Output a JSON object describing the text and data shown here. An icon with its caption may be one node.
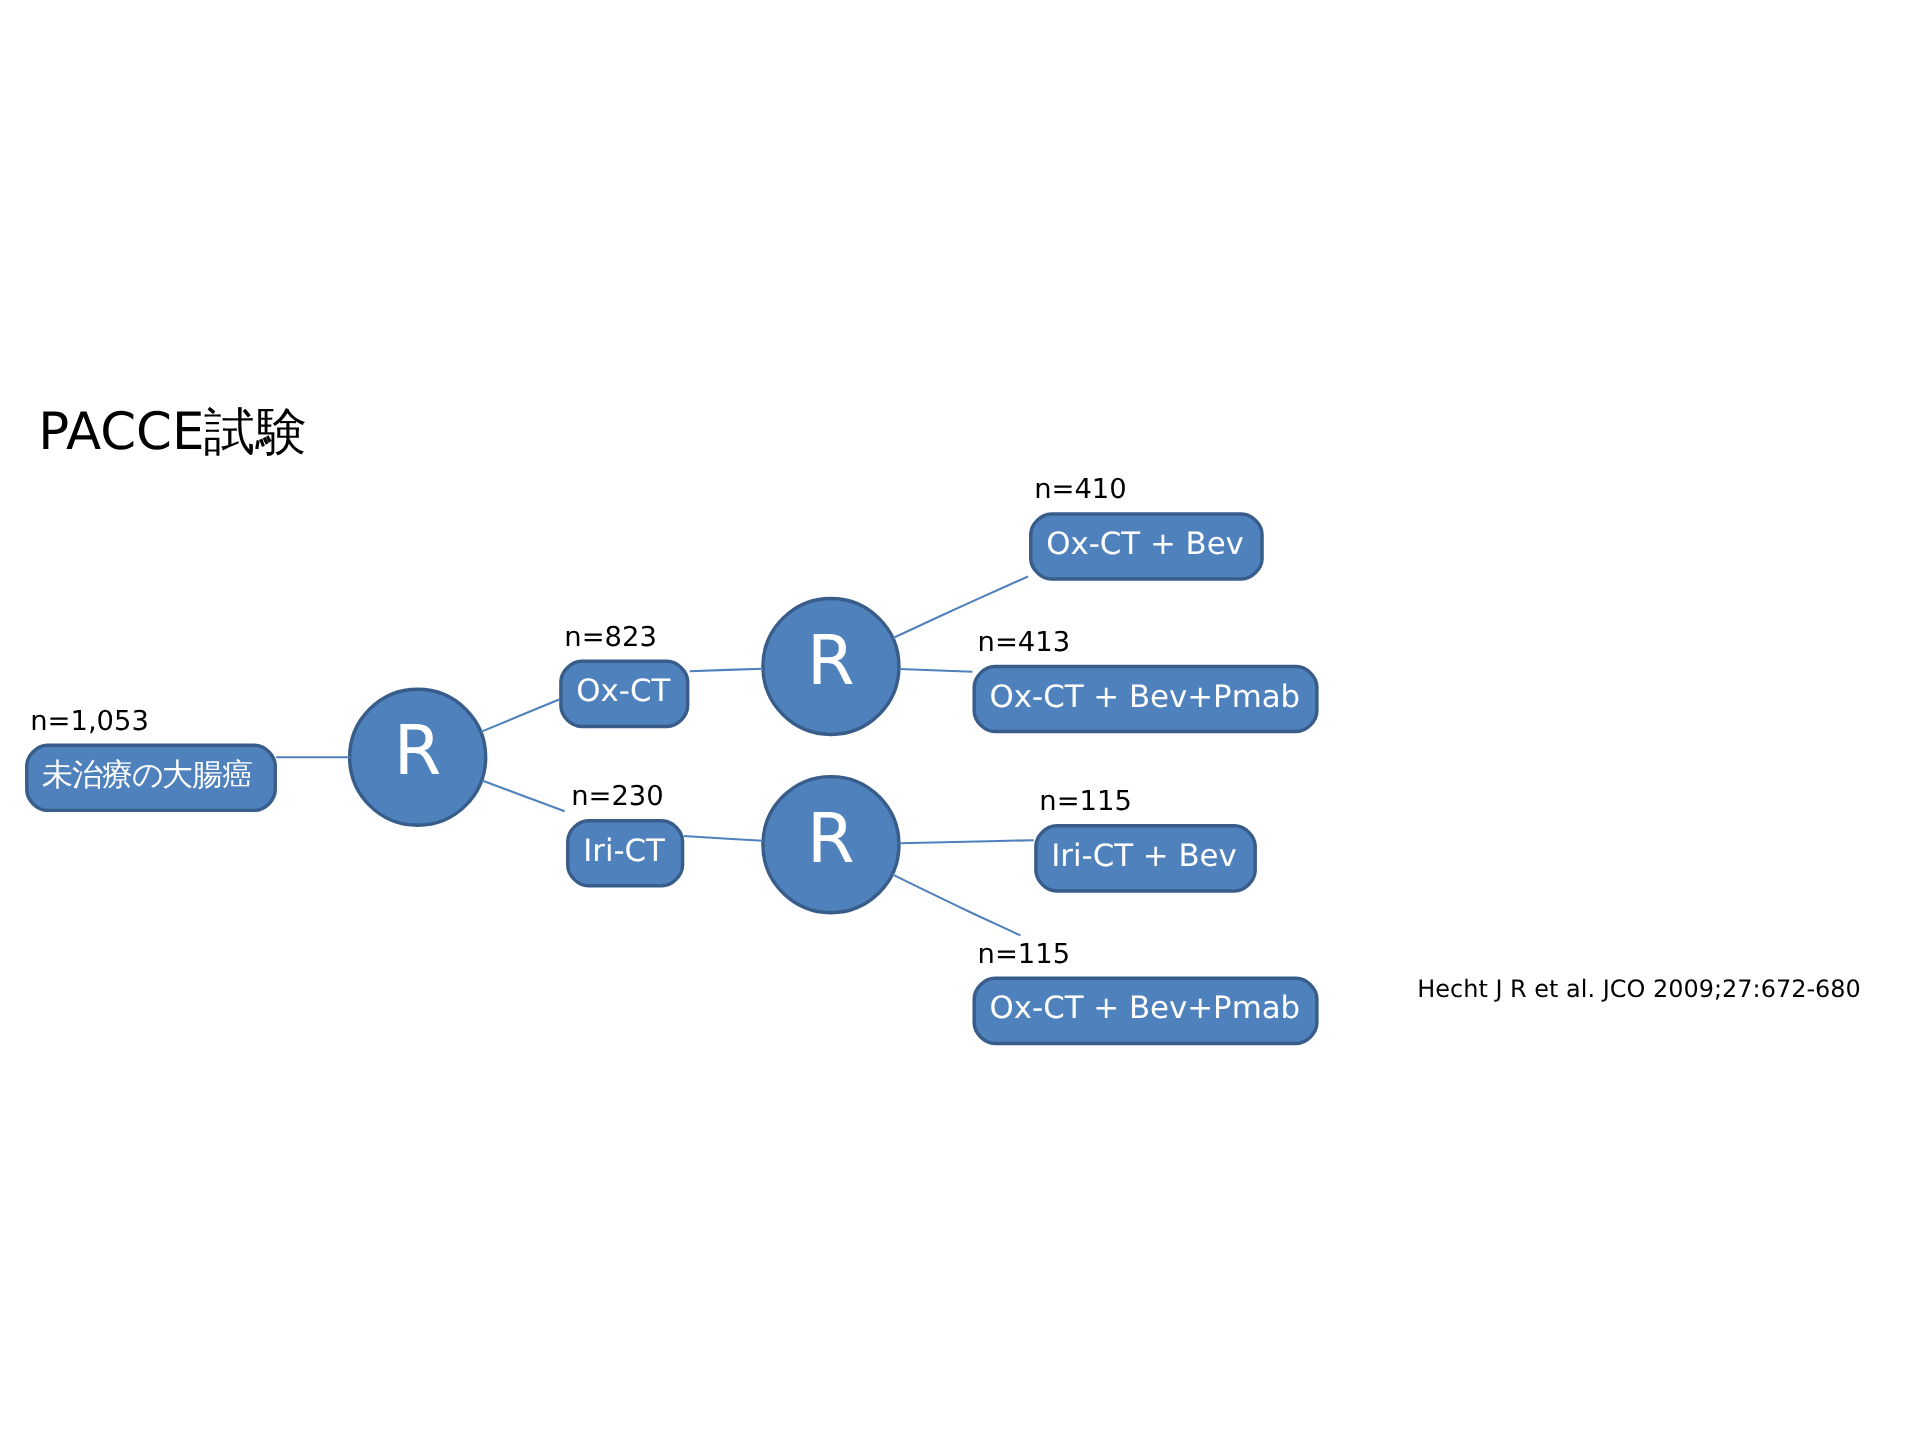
{
  "diagram": {
    "title": "PACCE試験",
    "nodes": [
      {
        "text": [
          "未治療の大腸癌"
        ],
        "beside": [
          "n=1,053"
        ]
      },
      {
        "text": [
          "R"
        ]
      },
      {
        "text": [
          "Ox-CT"
        ],
        "beside": [
          "n=823"
        ]
      },
      {
        "text": [
          "Iri-CT"
        ],
        "beside": [
          "n=230"
        ]
      },
      {
        "text": [
          "R"
        ]
      },
      {
        "text": [
          "R"
        ]
      },
      {
        "text": [
          "Ox-CT + Bev"
        ],
        "beside": [
          "n=410"
        ]
      },
      {
        "text": [
          "Ox-CT + Bev+Pmab"
        ],
        "beside": [
          "n=413"
        ]
      },
      {
        "text": [
          "Iri-CT + Bev"
        ],
        "beside": [
          "n=115"
        ]
      },
      {
        "text": [
          "Ox-CT + Bev+Pmab"
        ],
        "beside": [
          "n=115"
        ]
      }
    ],
    "edges": [
      {
        "from": 0,
        "to": 1,
        "arrow": "none"
      },
      {
        "from": 1,
        "to": 2,
        "arrow": "none"
      },
      {
        "from": 1,
        "to": 3,
        "arrow": "none"
      },
      {
        "from": 2,
        "to": 4,
        "arrow": "none"
      },
      {
        "from": 3,
        "to": 5,
        "arrow": "none"
      },
      {
        "from": 4,
        "to": 6,
        "arrow": "none"
      },
      {
        "from": 4,
        "to": 7,
        "arrow": "none"
      },
      {
        "from": 5,
        "to": 8,
        "arrow": "none"
      },
      {
        "from": 5,
        "to": 9,
        "arrow": "none"
      }
    ],
    "labels": [
      "Hecht J R et al. JCO 2009;27:672-680"
    ]
  }
}
